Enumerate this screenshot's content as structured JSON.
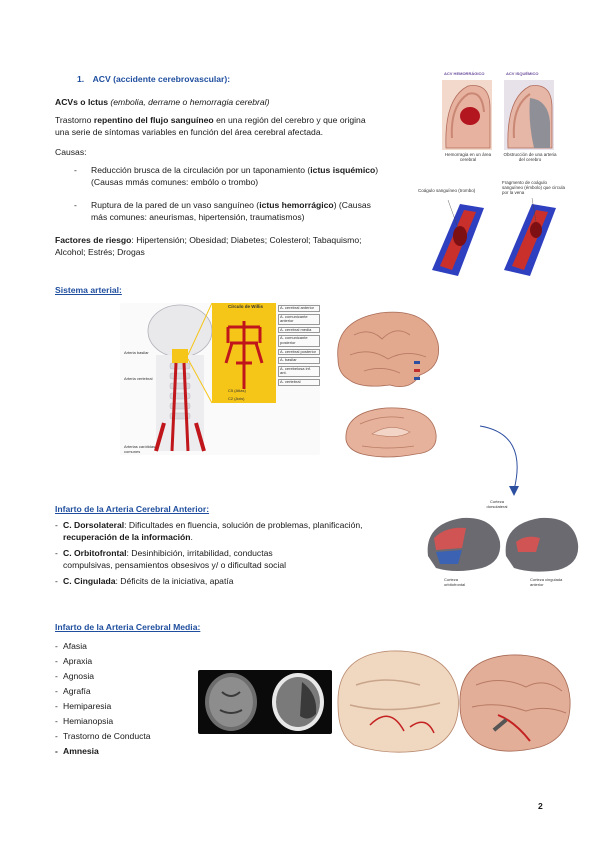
{
  "heading": {
    "number": "1.",
    "title": "ACV (accidente cerebrovascular):"
  },
  "intro": {
    "term": "ACVs o Ictus",
    "term_note": "(embolia, derrame o hemorragia cerebral)",
    "def_pre": "Trastorno ",
    "def_bold": "repentino del flujo sanguíneo",
    "def_post1": " en una región del cerebro y que origina",
    "def_post2": "una serie de síntomas variables en función del área cerebral afectada."
  },
  "causes": {
    "label": "Causas:",
    "items": [
      {
        "pre": "Reducción brusca de la circulación por un taponamiento (",
        "bold": "ictus isquémico",
        "post": ")",
        "line2": "(Causas mmás comunes: embólo o trombo)"
      },
      {
        "pre": "Ruptura de la pared de un vaso sanguíneo (",
        "bold": "ictus hemorrágico",
        "post": ") (Causas",
        "line2": "más comunes: aneurismas, hipertensión, traumatismos)"
      }
    ]
  },
  "risk": {
    "label": "Factores de riesgo",
    "text": ": Hipertensión; Obesidad; Diabetes; Colesterol; Tabaquismo;",
    "line2": "Alcohol; Estrés; Drogas"
  },
  "arterial": {
    "title": "Sistema arterial:"
  },
  "anterior": {
    "title": "Infarto de la Arteria Cerebral Anterior:",
    "items": [
      {
        "bold": "C. Dorsolateral",
        "text": ": Dificultades en fluencia, solución de problemas, planificación,",
        "line2_bold": "recuperación de la información",
        "line2": "."
      },
      {
        "bold": "C. Orbitofrontal",
        "text": ": Desinhibición, irritabilidad, conductas",
        "line2_bold": "",
        "line2": "compulsivas, pensamientos obsesivos y/ o dificultad social"
      },
      {
        "bold": "C. Cingulada",
        "text": ": Déficits de la iniciativa, apatía",
        "line2_bold": "",
        "line2": ""
      }
    ]
  },
  "media": {
    "title": "Infarto de la Arteria Cerebral Media:",
    "items": [
      "Afasia",
      "Apraxia",
      "Agnosia",
      "Agrafía",
      "Hemiparesia",
      "Hemianopsia",
      "Trastorno de Conducta",
      "Amnesia"
    ]
  },
  "figures": {
    "acv_hemorragico": "ACV HEMORRÁGICO",
    "acv_isquemico": "ACV ISQUÉMICO",
    "cap_hem": "Hemorragia en un área cerebral",
    "cap_isq": "Obstrucción de una arteria del cerebro",
    "coagulo": "Coágulo sanguíneo (trombo)",
    "fragmento": "Fragmento de coágulo sanguíneo (émbolo) que circula por la vena",
    "willis_title": "Círculo de Willis",
    "willis_labels": [
      "A. cerebral anterior",
      "A. comunicante anterior",
      "A. cerebral media",
      "A. comunicante posterior",
      "A. cerebral posterior",
      "A. basilar",
      "A. cerebelosa inf. ant.",
      "A. vertebral"
    ],
    "arteria_basilar": "Arteria basilar",
    "arteria_vertebral": "Arteria vertebral",
    "arterias_carotidas": "Arterias carótidas comunes",
    "c5": "C5 (Atlas)",
    "c2": "C2 (Axis)",
    "dorsolateral": "Corteza dorsolateral",
    "orbitofrontal": "Corteza orbitofrontal",
    "cingulada": "Corteza cingulada anterior"
  },
  "page_number": "2"
}
